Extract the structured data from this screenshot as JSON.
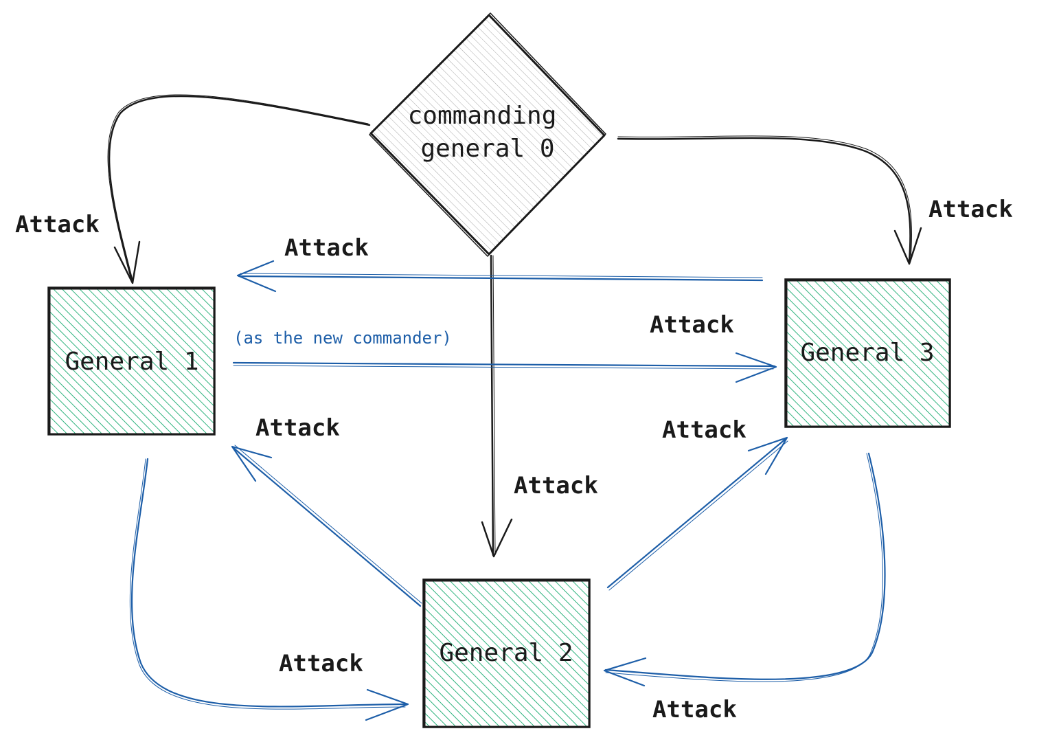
{
  "nodes": {
    "commander": {
      "label_line1": "commanding",
      "label_line2": "general 0"
    },
    "general1": {
      "label": "General 1"
    },
    "general2": {
      "label": "General 2"
    },
    "general3": {
      "label": "General 3"
    }
  },
  "edges": {
    "g0_to_g1": "Attack",
    "g0_to_g3": "Attack",
    "g0_to_g2": "Attack",
    "g3_to_g1": "Attack",
    "g1_to_g3": "Attack",
    "g2_to_g1": "Attack",
    "g2_to_g3": "Attack",
    "g1_to_g2": "Attack",
    "g3_to_g2": "Attack"
  },
  "notes": {
    "new_commander": "(as the new commander)"
  },
  "colors": {
    "black_edge": "#1a1a1a",
    "blue_edge": "#1d5ea8",
    "general_fill": "#2fb37e",
    "commander_fill": "#9a9a9a"
  }
}
